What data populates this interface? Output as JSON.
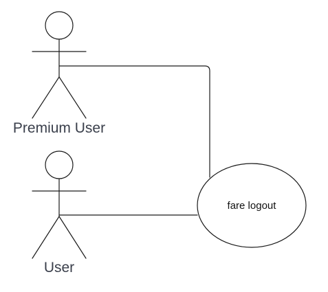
{
  "actors": [
    {
      "id": "premium-user",
      "label": "Premium User"
    },
    {
      "id": "user",
      "label": "User"
    }
  ],
  "use_cases": [
    {
      "id": "fare-logout",
      "label": "fare logout"
    }
  ],
  "associations": [
    {
      "from": "premium-user",
      "to": "fare-logout"
    },
    {
      "from": "user",
      "to": "fare-logout"
    }
  ],
  "colors": {
    "stroke": "#1a1a1a",
    "actor_text": "#3a3f4b",
    "usecase_text": "#111111",
    "background": "#ffffff"
  }
}
